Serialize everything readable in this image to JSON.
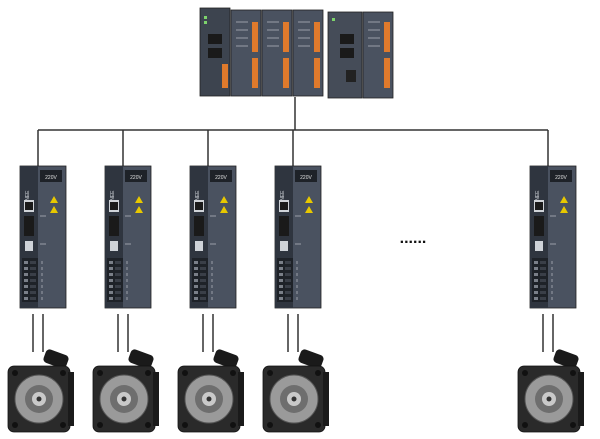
{
  "diagram": {
    "description_free": true,
    "controller": {
      "brand_text": ""
    },
    "drives": [
      {
        "brand_text": "SINEE",
        "model_text": "220V"
      },
      {
        "brand_text": "SINEE",
        "model_text": "220V"
      },
      {
        "brand_text": "SINEE",
        "model_text": "220V"
      },
      {
        "brand_text": "SINEE",
        "model_text": "220V"
      },
      {
        "brand_text": "SINEE",
        "model_text": "220V"
      }
    ],
    "ellipsis": "......",
    "colors": {
      "line": "#333333",
      "device_body": "#4a5260",
      "device_dark": "#2f353f",
      "terminal_orange": "#e07a2c",
      "warning_yellow": "#e8c800",
      "motor_body": "#2a2a2a",
      "motor_face": "#9a9a9a"
    }
  }
}
